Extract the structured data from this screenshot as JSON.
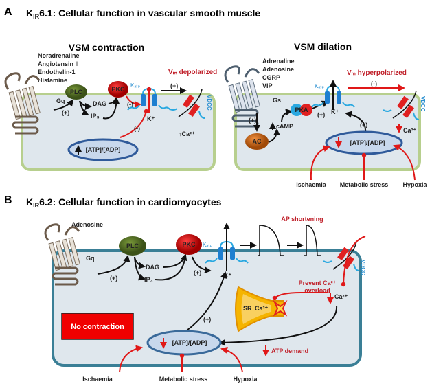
{
  "panel_a": {
    "letter": "A",
    "title_k": "K",
    "title_sub": "IR",
    "title_rest": "6.1: Cellular function in vascular smooth muscle",
    "contraction": {
      "heading": "VSM contraction",
      "ligands": [
        "Noradrenaline",
        "Angiotensin II",
        "Endothelin-1",
        "Histamine"
      ],
      "gq": "Gq",
      "plc": "PLC",
      "pkc": "PKC",
      "dag": "DAG",
      "ip3": "IP₃",
      "plus": "(+)",
      "minus": "(-)",
      "katp": "Kₐₜₚ",
      "kplus": "K⁺",
      "vm": "Vₘ depolarized",
      "vdcc": "VDCC",
      "ca": "↑Ca²⁺",
      "atp_adp": "[ATP]/[ADP]"
    },
    "dilation": {
      "heading": "VSM dilation",
      "ligands": [
        "Adrenaline",
        "Adenosine",
        "CGRP",
        "VIP"
      ],
      "gs": "Gs",
      "ac": "AC",
      "camp": "cAMP",
      "pka": "PKA",
      "plus": "(+)",
      "minus": "(-)",
      "katp": "Kₐₜₚ",
      "kplus": "K⁺",
      "vm": "Vₘ hyperpolarized",
      "vdcc": "VDCC",
      "ca": "Ca²⁺",
      "atp_adp": "[ATP]/[ADP]",
      "stressors": [
        "Ischaemia",
        "Metabolic stress",
        "Hypoxia"
      ]
    }
  },
  "panel_b": {
    "letter": "B",
    "title_k": "K",
    "title_sub": "IR",
    "title_rest": "6.2: Cellular function in cardiomyocytes",
    "ligand": "Adenosine",
    "gq": "Gq",
    "plc": "PLC",
    "pkc": "PKC",
    "dag": "DAG",
    "ip3": "IP₃",
    "plus": "(+)",
    "katp": "Kₐₜₚ",
    "kplus": "K⁺",
    "ap_shortening": "AP shortening",
    "vdcc": "VDCC",
    "prevent_1": "Prevent Ca²⁺",
    "prevent_2": "overload",
    "sr": "SR",
    "sr_ca": "Ca²⁺",
    "ca": "Ca²⁺",
    "no_contraction": "No contraction",
    "atp_adp": "[ATP]/[ADP]",
    "atp_demand": "ATP demand",
    "stressors": [
      "Ischaemia",
      "Metabolic stress",
      "Hypoxia"
    ]
  },
  "colors": {
    "vsm_membrane": "#b7cf8e",
    "cardio_membrane": "#3a7f96",
    "cytoplasm": "#dfe7ed",
    "inhibitory": "#e01818",
    "katp_channel": "#1e7fd0",
    "vdcc_channel": "#e02020"
  }
}
